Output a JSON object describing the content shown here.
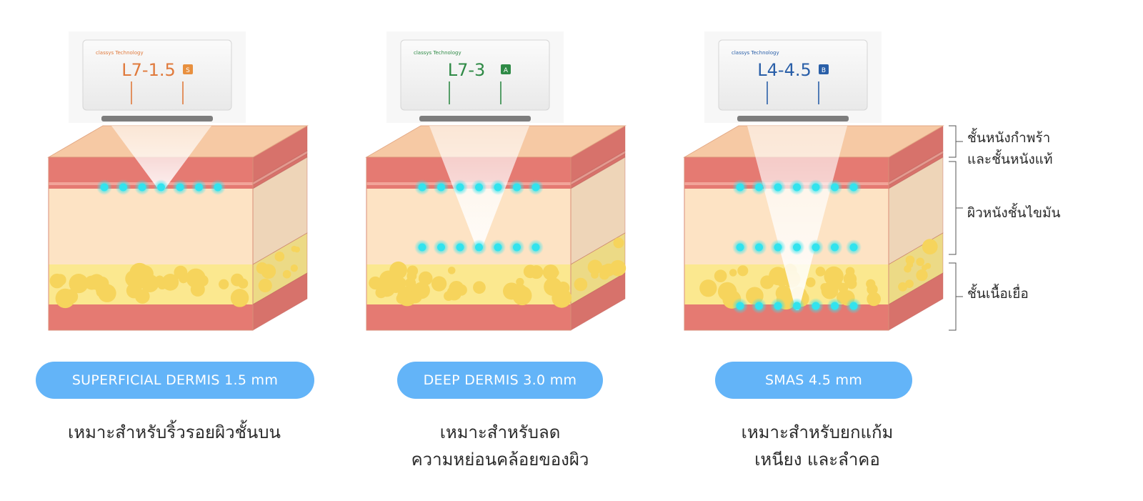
{
  "panels": [
    {
      "probe_model": "L7-1.5",
      "probe_brand": "classys Technology",
      "probe_badge": "S",
      "color": "#e07a3c",
      "badge_color": "#e8903f",
      "depth_label": "SUPERFICIAL DERMIS 1.5 mm",
      "description": [
        "เหมาะสำหรับริ้วรอยผิวชั้นบน"
      ],
      "dot_rows": [
        "dermis"
      ]
    },
    {
      "probe_model": "L7-3",
      "probe_brand": "classys Technology",
      "probe_badge": "A",
      "color": "#2f8a46",
      "badge_color": "#2f8a46",
      "depth_label": "DEEP DERMIS 3.0 mm",
      "description": [
        "เหมาะสำหรับลด",
        "ความหย่อนคล้อยของผิว"
      ],
      "dot_rows": [
        "dermis",
        "subcutis"
      ]
    },
    {
      "probe_model": "L4-4.5",
      "probe_brand": "classys Technology",
      "probe_badge": "B",
      "color": "#2a5fa8",
      "badge_color": "#2a5fa8",
      "depth_label": "SMAS 4.5 mm",
      "description": [
        "เหมาะสำหรับยกแก้ม",
        "เหนียง และลำคอ"
      ],
      "dot_rows": [
        "dermis",
        "subcutis",
        "smas"
      ]
    }
  ],
  "layer_labels": [
    [
      "ชั้นหนังกำพร้า",
      "และชั้นหนังแท้"
    ],
    [
      "ผิวหนังชั้นไขมัน"
    ],
    [
      "ชั้นเนื้อเยื่อ"
    ]
  ],
  "colors": {
    "epidermis_top": "#f6c9a4",
    "dermis": "#e57a72",
    "fat": "#fde3c4",
    "fat_cells": "#f6d45c",
    "fat_band": "#fbe88f",
    "smas": "#e57a72",
    "focus_dot": "#32e3ee",
    "pill": "#63b4f8"
  }
}
